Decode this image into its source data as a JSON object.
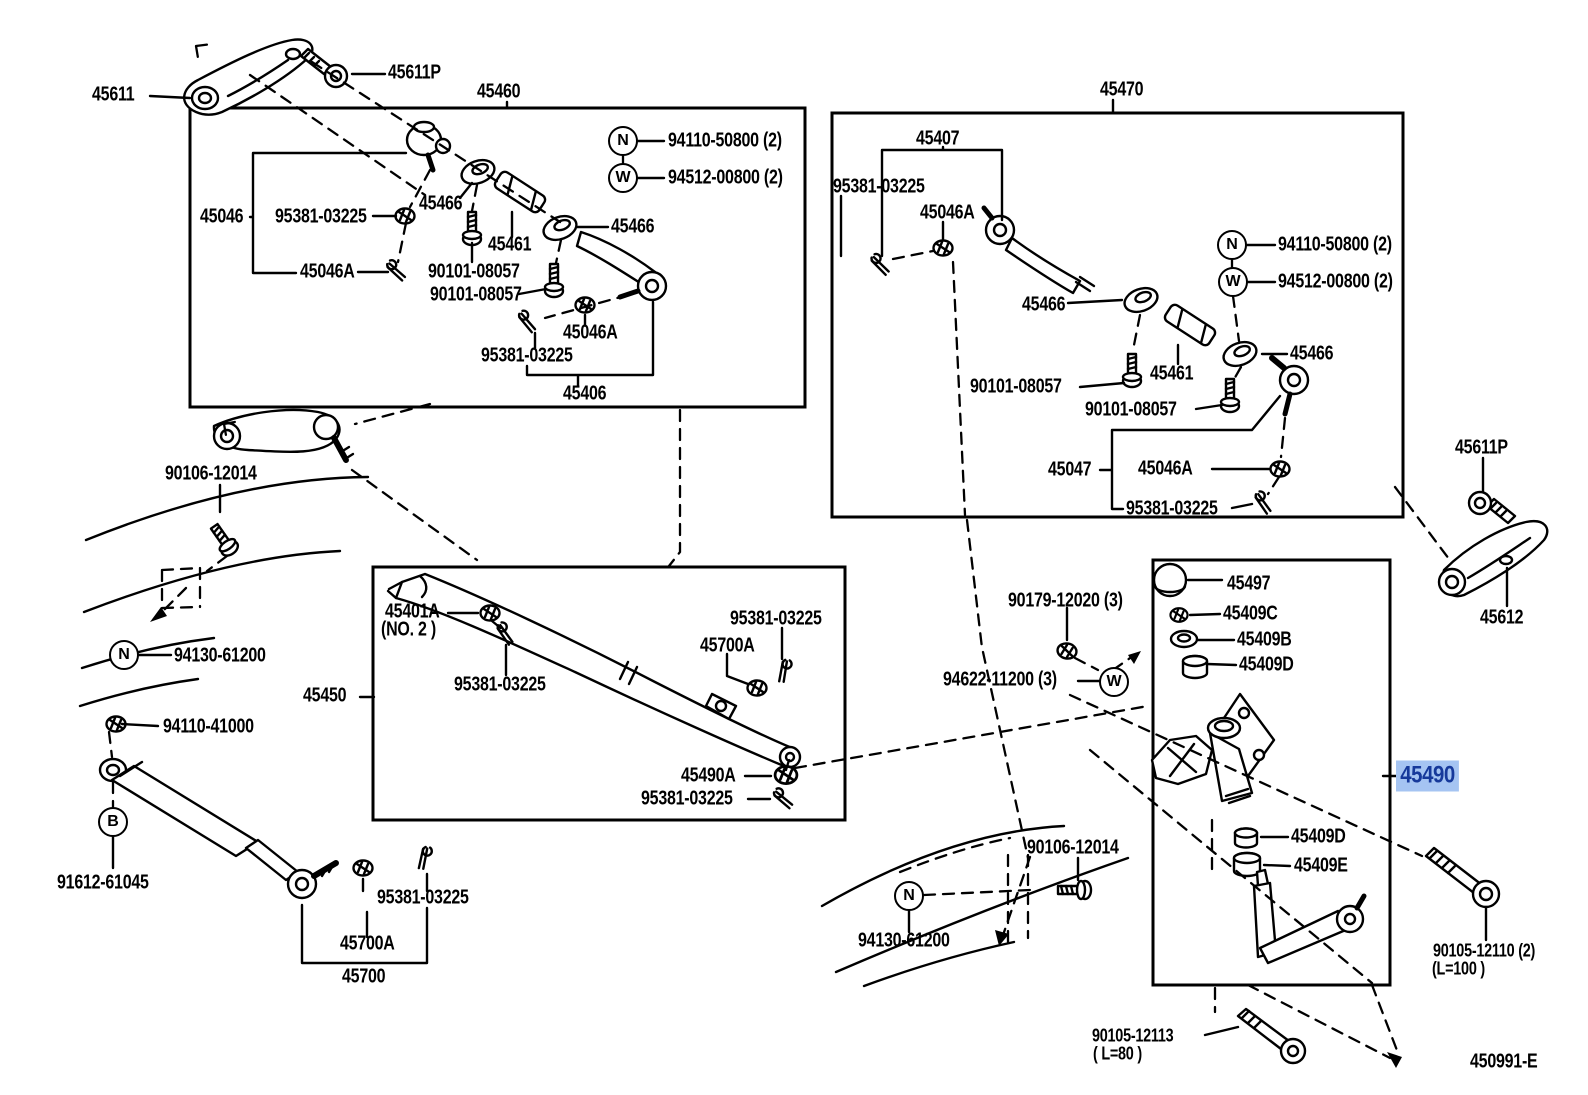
{
  "diagram": {
    "code": "450991-E",
    "line_color": "#000000",
    "background": "#ffffff"
  },
  "highlight": {
    "text": "45490",
    "bg": "#a5c4f2",
    "fg": "#16399b",
    "style": "background:#a5c4f2;color:#16399b"
  },
  "symbols": {
    "n": "N",
    "w": "W",
    "b": "B"
  },
  "labels": {
    "tl_45611": "45611",
    "tl_45611P": "45611P",
    "b1_title": "45460",
    "b1_n_part": "94110-50800 (2)",
    "b1_w_part": "94512-00800 (2)",
    "b1_45046": "45046",
    "b1_95381_a": "95381-03225",
    "b1_45466_a": "45466",
    "b1_45461": "45461",
    "b1_45466_b": "45466",
    "b1_45046A_a": "45046A",
    "b1_90101_a": "90101-08057",
    "b1_90101_b": "90101-08057",
    "b1_45046A_b": "45046A",
    "b1_95381_b": "95381-03225",
    "b1_45406": "45406",
    "b2_title": "45470",
    "b2_45407": "45407",
    "b2_95381_a": "95381-03225",
    "b2_45046A_a": "45046A",
    "b2_n_part": "94110-50800 (2)",
    "b2_w_part": "94512-00800 (2)",
    "b2_45466_a": "45466",
    "b2_45461": "45461",
    "b2_45466_b": "45466",
    "b2_90101_a": "90101-08057",
    "b2_90101_b": "90101-08057",
    "b2_45047": "45047",
    "b2_45046A_b": "45046A",
    "b2_95381_b": "95381-03225",
    "r_45611P": "45611P",
    "r_45612": "45612",
    "ml_90106": "90106-12014",
    "ml_94130": "94130-61200",
    "b3_title": "45450",
    "b3_45401A": "45401A",
    "b3_no2": "(NO. 2 )",
    "b3_95381_a": "95381-03225",
    "b3_95381_b": "95381-03225",
    "b3_45700A": "45700A",
    "b3_45490A": "45490A",
    "b3_95381_c": "95381-03225",
    "bl_94110": "94110-41000",
    "bl_91612": "91612-61045",
    "bl_95381": "95381-03225",
    "bl_45700A": "45700A",
    "bl_45700": "45700",
    "bm_90106": "90106-12014",
    "bm_94130": "94130-61200",
    "rm_90179": "90179-12020 (3)",
    "rm_94622": "94622-11200 (3)",
    "ib_45497": "45497",
    "ib_45409C": "45409C",
    "ib_45409B": "45409B",
    "ib_45409D_a": "45409D",
    "ib_45409D_b": "45409D",
    "ib_45409E": "45409E",
    "br_90105a": "90105-12110 (2)",
    "br_90105a_len": "(L=100 )",
    "br_90105b": "90105-12113",
    "br_90105b_len": "( L=80 )",
    "code": "450991-E"
  }
}
